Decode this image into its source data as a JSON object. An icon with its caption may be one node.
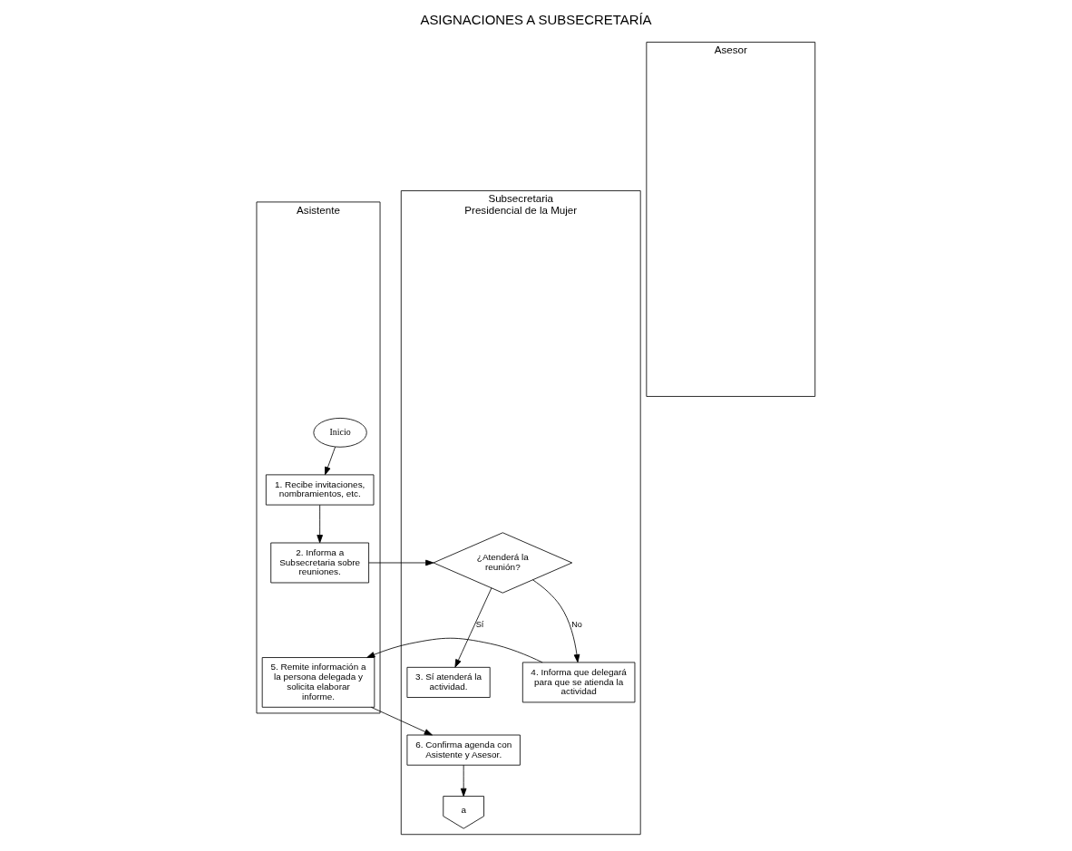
{
  "diagram": {
    "title": "ASIGNACIONES A SUBSECRETARÍA",
    "nodes": [
      {
        "text": [
          "Asistente"
        ]
      },
      {
        "text": [
          "Subsecretaria Presidencial de la Mujer"
        ]
      },
      {
        "text": [
          "Asesor"
        ]
      },
      {
        "text": [
          "Inicio"
        ],
        "in": 0
      },
      {
        "text": [
          "1. Recibe invitaciones, nombramientos, etc."
        ],
        "in": 0
      },
      {
        "text": [
          "2. Informa a Subsecretaria sobre reuniones."
        ],
        "in": 0
      },
      {
        "text": [
          "¿Atenderá la reunión?"
        ],
        "in": 1
      },
      {
        "text": [
          "3. Sí atenderá la actividad."
        ],
        "in": 1
      },
      {
        "text": [
          "4. Informa que delegará para que se atienda la actividad"
        ],
        "in": 1
      },
      {
        "text": [
          "5. Remite información a la persona delegada y solicita elaborar informe."
        ],
        "in": 0
      },
      {
        "text": [
          "6. Confirma agenda con Asistente y Asesor."
        ],
        "in": 1
      },
      {
        "text": [
          "a"
        ],
        "in": 1
      }
    ],
    "edges": [
      {
        "from": 3,
        "to": 4,
        "arrow": "to"
      },
      {
        "from": 4,
        "to": 5,
        "arrow": "to"
      },
      {
        "from": 5,
        "to": 6,
        "arrow": "to"
      },
      {
        "from": 6,
        "to": 7,
        "label": "Sí",
        "arrow": "to"
      },
      {
        "from": 6,
        "to": 8,
        "label": "No",
        "arrow": "to"
      },
      {
        "from": 8,
        "to": 9,
        "arrow": "to"
      },
      {
        "from": 9,
        "to": 10,
        "arrow": "to"
      },
      {
        "from": 10,
        "to": 11,
        "arrow": "to"
      }
    ]
  }
}
